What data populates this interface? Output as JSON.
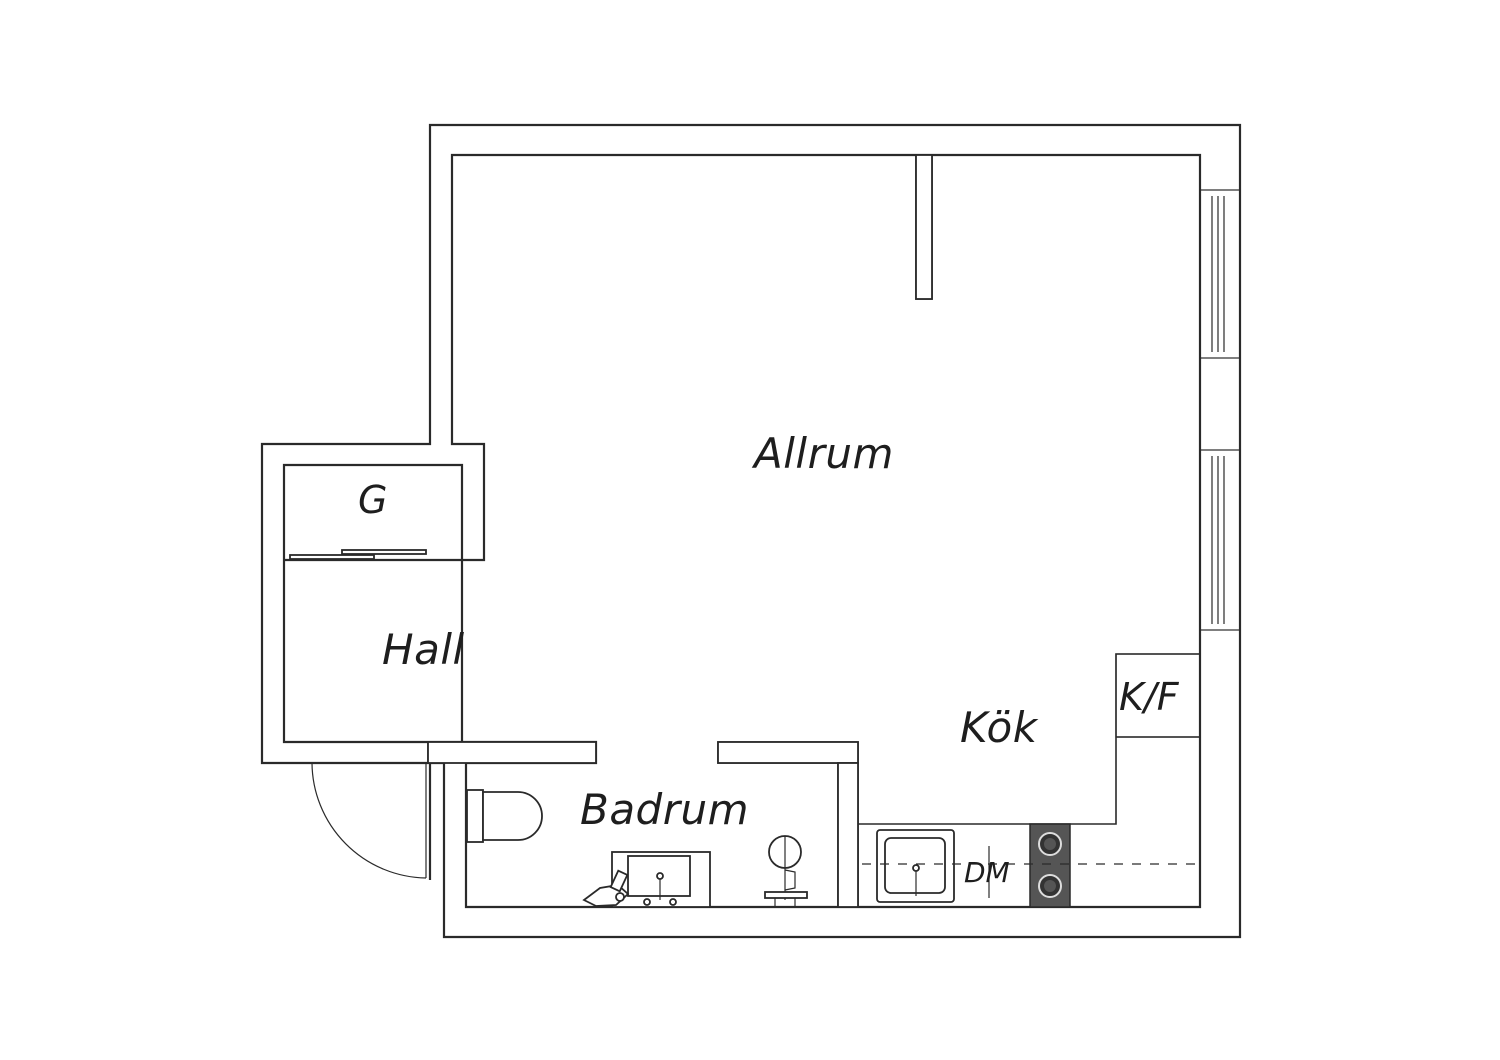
{
  "rooms": {
    "allrum": "Allrum",
    "hall": "Hall",
    "g": "G",
    "kok": "Kök",
    "kf": "K/F",
    "badrum": "Badrum",
    "dm": "DM"
  },
  "colors": {
    "line": "#2a2a2a",
    "background": "#ffffff",
    "stove": "#555555"
  }
}
